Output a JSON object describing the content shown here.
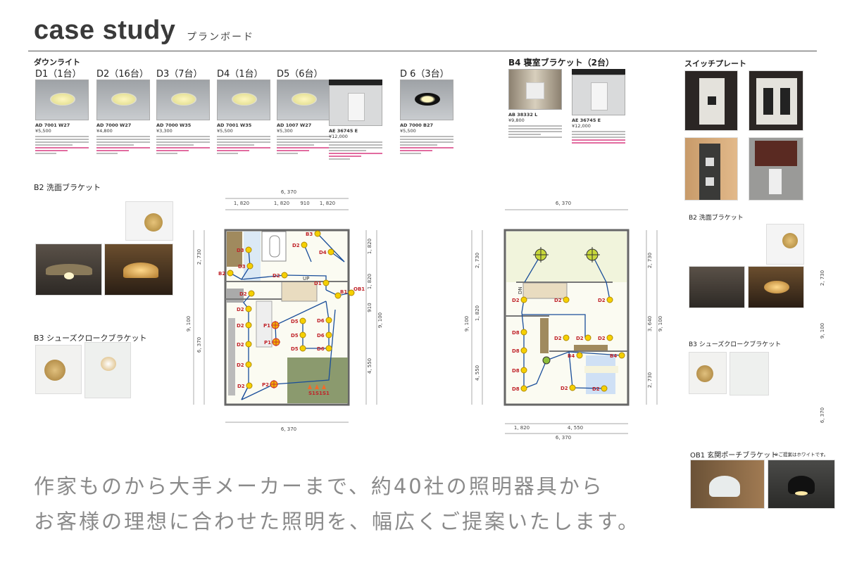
{
  "header": {
    "title": "case study",
    "subtitle": "プランボード"
  },
  "downlight": {
    "heading": "ダウンライト",
    "items": [
      {
        "label": "D1（1台）",
        "model": "AD 7001 W27",
        "price": "¥5,500"
      },
      {
        "label": "D2（16台）",
        "model": "AD 7000 W27",
        "price": "¥4,800"
      },
      {
        "label": "D3（7台）",
        "model": "AD 7000 W35",
        "price": "¥3,300"
      },
      {
        "label": "D4（1台）",
        "model": "AD 7001 W35",
        "price": "¥5,500"
      },
      {
        "label": "D5（6台）",
        "model": "AD 1007 W27",
        "price": "¥5,300"
      },
      {
        "label": "",
        "model": "AE 36745 E",
        "price": "¥12,000"
      },
      {
        "label": "D 6（3台）",
        "model": "AD 7000 B27",
        "price": "¥5,500"
      }
    ]
  },
  "b4": {
    "heading": "B4 寝室ブラケット（2台）",
    "items": [
      {
        "model": "AB 38332 L",
        "price": "¥9,800"
      },
      {
        "model": "AE 36745 E",
        "price": "¥12,000"
      }
    ]
  },
  "switch_plate": {
    "heading": "スイッチプレート"
  },
  "left_sections": {
    "b2": "B2 洗面ブラケット",
    "b3": "B3 シューズクロークブラケット"
  },
  "right_sections": {
    "b2": "B2 洗面ブラケット",
    "b3": "B3 シューズクロークブラケット",
    "ob1": "OB1 玄関ポーチブラケット",
    "ob1_note": "※ご提案はホワイトです。"
  },
  "plan1": {
    "dims": [
      "6, 370",
      "1, 820",
      "1, 820",
      "910",
      "1, 820",
      "2, 730",
      "6, 370",
      "9, 100",
      "1, 820",
      "1, 820",
      "910",
      "4, 550",
      "9, 100",
      "6, 370"
    ],
    "fixtures": [
      "D3",
      "D3",
      "B2",
      "D2",
      "D2",
      "B3",
      "D4",
      "D1",
      "B1",
      "OB1",
      "D2",
      "D2",
      "D2",
      "D2",
      "D2",
      "D2",
      "P1",
      "P1",
      "D5",
      "D5",
      "D5",
      "D6",
      "D6",
      "D6",
      "P2",
      "S1",
      "S1",
      "S1"
    ],
    "stair": "UP"
  },
  "plan2": {
    "dims": [
      "6, 370",
      "2, 730",
      "1, 820",
      "4, 550",
      "9, 100",
      "2, 730",
      "3, 640",
      "9, 100",
      "2, 730",
      "1, 820",
      "4, 550",
      "6, 370"
    ],
    "fixtures": [
      "",
      "",
      "D2",
      "D2",
      "D2",
      "D8",
      "D8",
      "D8",
      "D8",
      "D2",
      "D2",
      "D2",
      "B4",
      "B4",
      "",
      "D2",
      "D2"
    ],
    "stair": "DN"
  },
  "edge_dims": [
    "2, 730",
    "9, 100",
    "6, 370"
  ],
  "tagline": {
    "line1": "作家ものから大手メーカーまで、約40社の照明器具から",
    "line2": "お客様の理想に合わせた照明を、幅広くご提案いたします。"
  }
}
